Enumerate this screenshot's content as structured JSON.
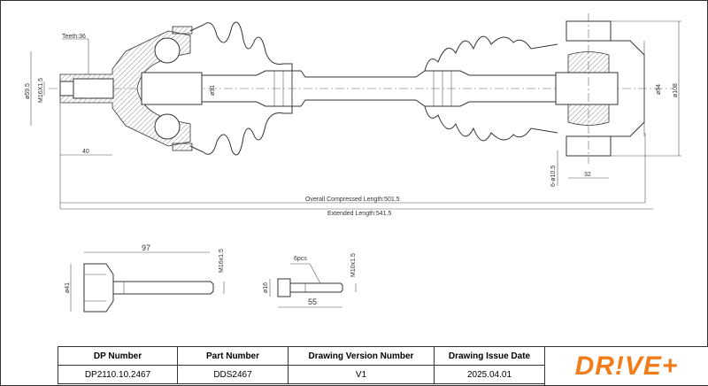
{
  "drawing": {
    "teeth": "Teeth:36",
    "dia_59_5": "ø59.5",
    "thread_left": "M16X1.5",
    "dim_40": "40",
    "dia_91": "ø91",
    "dia_94": "ø94",
    "dia_108": "ø108",
    "holes": "6-ø10.5",
    "dim_32": "32",
    "overall_length": "Overall Compressed Length:501.5",
    "extended_length": "Extended Length:541.5",
    "bolt_length": "97",
    "bolt_thread": "M16x1.5",
    "bolt_head_dia": "ø41",
    "small_bolt_qty": "6pcs",
    "small_bolt_thread": "M10x1.5",
    "small_bolt_head_dia": "ø16",
    "small_bolt_length": "55"
  },
  "table": {
    "headers": [
      "DP Number",
      "Part Number",
      "Drawing Version Number",
      "Drawing Issue Date"
    ],
    "values": [
      "DP2110.10.2467",
      "DDS2467",
      "V1",
      "2025.04.01"
    ]
  },
  "logo": {
    "text": "DR!VE+",
    "color": "#f07d1a"
  }
}
